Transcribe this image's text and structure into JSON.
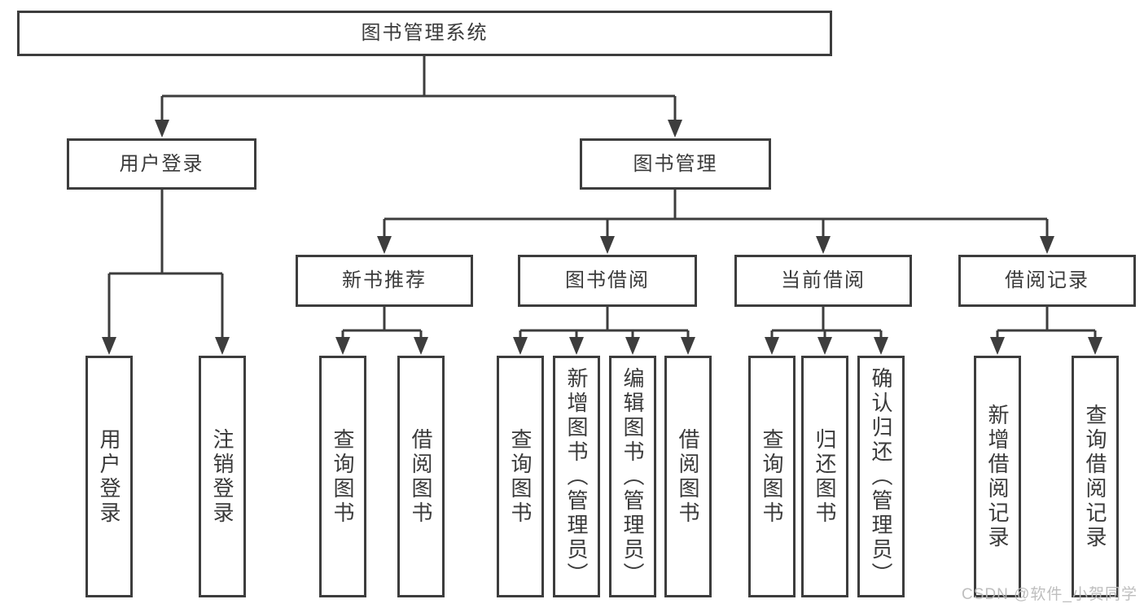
{
  "tree": {
    "root": {
      "label": "图书管理系统",
      "children": [
        {
          "label": "用户登录",
          "children": [
            {
              "label": "用户登录"
            },
            {
              "label": "注销登录"
            }
          ]
        },
        {
          "label": "图书管理",
          "children": [
            {
              "label": "新书推荐",
              "children": [
                {
                  "label": "查询图书"
                },
                {
                  "label": "借阅图书"
                }
              ]
            },
            {
              "label": "图书借阅",
              "children": [
                {
                  "label": "查询图书"
                },
                {
                  "label": "新增图书（管理员）"
                },
                {
                  "label": "编辑图书（管理员）"
                },
                {
                  "label": "借阅图书"
                }
              ]
            },
            {
              "label": "当前借阅",
              "children": [
                {
                  "label": "查询图书"
                },
                {
                  "label": "归还图书"
                },
                {
                  "label": "确认归还（管理员）"
                }
              ]
            },
            {
              "label": "借阅记录",
              "children": [
                {
                  "label": "新增借阅记录"
                },
                {
                  "label": "查询借阅记录"
                }
              ]
            }
          ]
        }
      ]
    }
  },
  "watermark": {
    "text": "CSDN @软件_小贺同学"
  },
  "colors": {
    "line": "#3d3d3d",
    "text": "#3a3a3a",
    "watermark": "#b9b9b9",
    "background": "#ffffff"
  }
}
